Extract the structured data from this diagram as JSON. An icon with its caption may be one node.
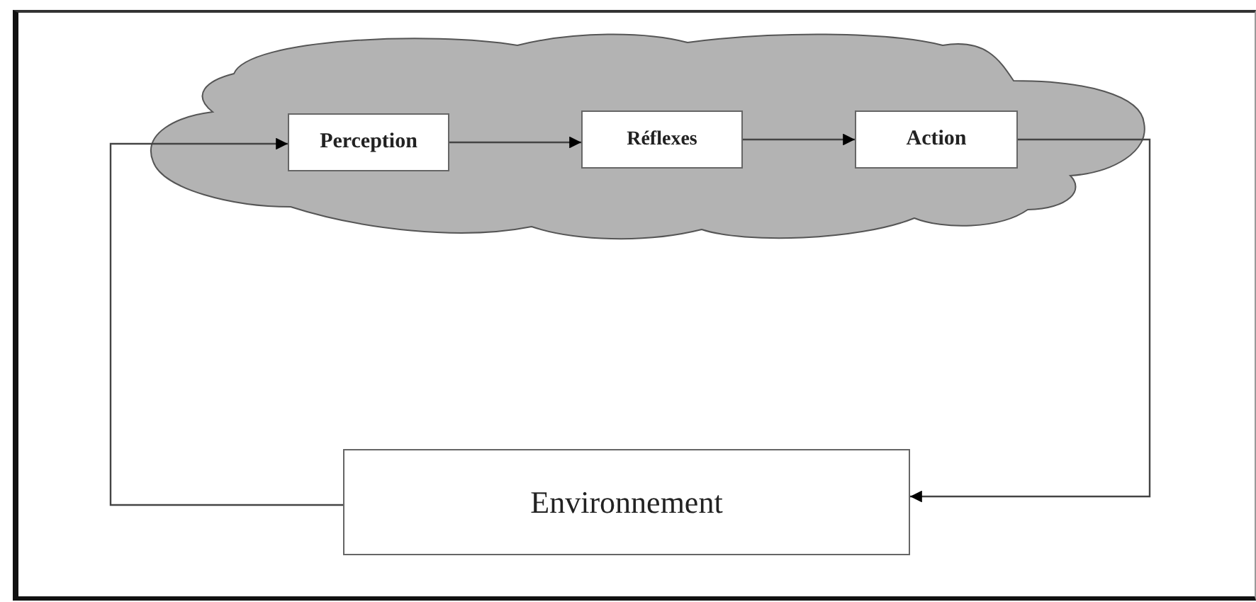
{
  "diagram": {
    "nodes": [
      {
        "text": [],
        "shape": "cloud"
      },
      {
        "text": [
          "Perception"
        ],
        "in": 0
      },
      {
        "text": [
          "Réflexes"
        ],
        "in": 0
      },
      {
        "text": [
          "Action"
        ],
        "in": 0
      },
      {
        "text": [
          "Environnement"
        ]
      }
    ],
    "edges": [
      {
        "from": 1,
        "to": 2,
        "arrow": "to"
      },
      {
        "from": 2,
        "to": 3,
        "arrow": "to"
      },
      {
        "from": 3,
        "to": 4,
        "arrow": "to"
      },
      {
        "from": 4,
        "to": 1,
        "arrow": "to"
      }
    ]
  }
}
